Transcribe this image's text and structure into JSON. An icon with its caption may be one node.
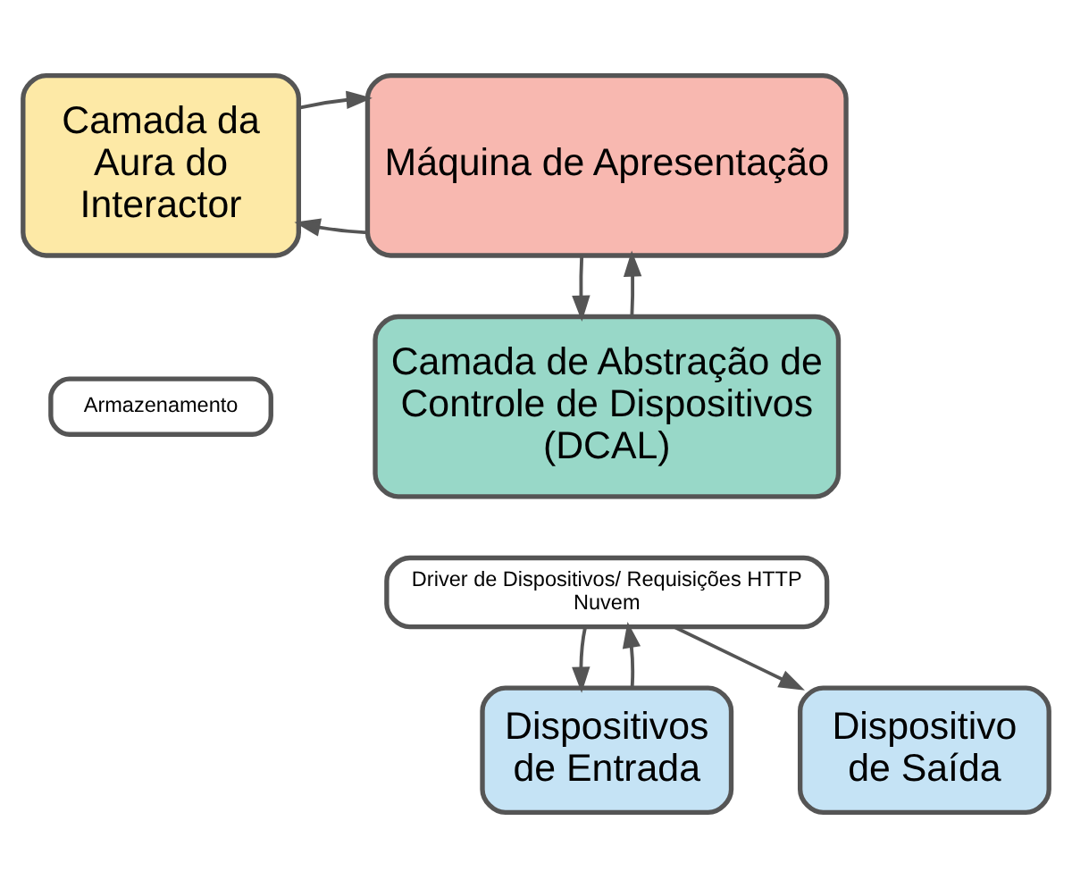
{
  "diagram": {
    "nodes": [
      {
        "text": [
          "Camada da Aura do Interactor"
        ]
      },
      {
        "text": [
          "Armazenamento"
        ]
      },
      {
        "text": [
          "Máquina de Apresentação"
        ]
      },
      {
        "text": [
          "Camada de Abstração de Controle de Dispositivos (DCAL)"
        ]
      },
      {
        "text": [
          "Driver de Dispositivos/ Requisições HTTP Nuvem"
        ]
      },
      {
        "text": [
          "Dispositivos de Entrada"
        ]
      },
      {
        "text": [
          "Dispositivo de Saída"
        ]
      }
    ],
    "edges": [
      {
        "from": 2,
        "to": 0,
        "arrow": "to"
      },
      {
        "from": 0,
        "to": 2,
        "arrow": "to"
      },
      {
        "from": 3,
        "to": 2,
        "arrow": "to"
      },
      {
        "from": 2,
        "to": 3,
        "arrow": "to"
      },
      {
        "from": 4,
        "to": 5,
        "arrow": "to"
      },
      {
        "from": 5,
        "to": 4,
        "arrow": "to"
      },
      {
        "from": 4,
        "to": 6,
        "arrow": "to"
      }
    ]
  }
}
